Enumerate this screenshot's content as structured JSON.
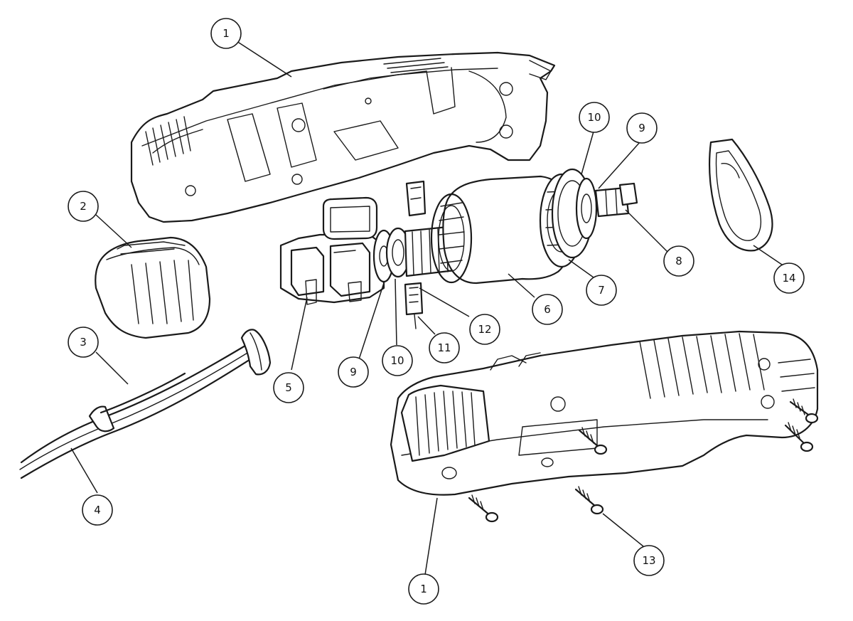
{
  "callouts": [
    {
      "id": "c1-top",
      "label": "1"
    },
    {
      "id": "c2",
      "label": "2"
    },
    {
      "id": "c3",
      "label": "3"
    },
    {
      "id": "c4",
      "label": "4"
    },
    {
      "id": "c5",
      "label": "5"
    },
    {
      "id": "c6",
      "label": "6"
    },
    {
      "id": "c7",
      "label": "7"
    },
    {
      "id": "c8",
      "label": "8"
    },
    {
      "id": "c9-right",
      "label": "9"
    },
    {
      "id": "c9-left",
      "label": "9"
    },
    {
      "id": "c10-right",
      "label": "10"
    },
    {
      "id": "c10-left",
      "label": "10"
    },
    {
      "id": "c11",
      "label": "11"
    },
    {
      "id": "c12",
      "label": "12"
    },
    {
      "id": "c13",
      "label": "13"
    },
    {
      "id": "c14",
      "label": "14"
    },
    {
      "id": "c1-bottom",
      "label": "1"
    }
  ]
}
